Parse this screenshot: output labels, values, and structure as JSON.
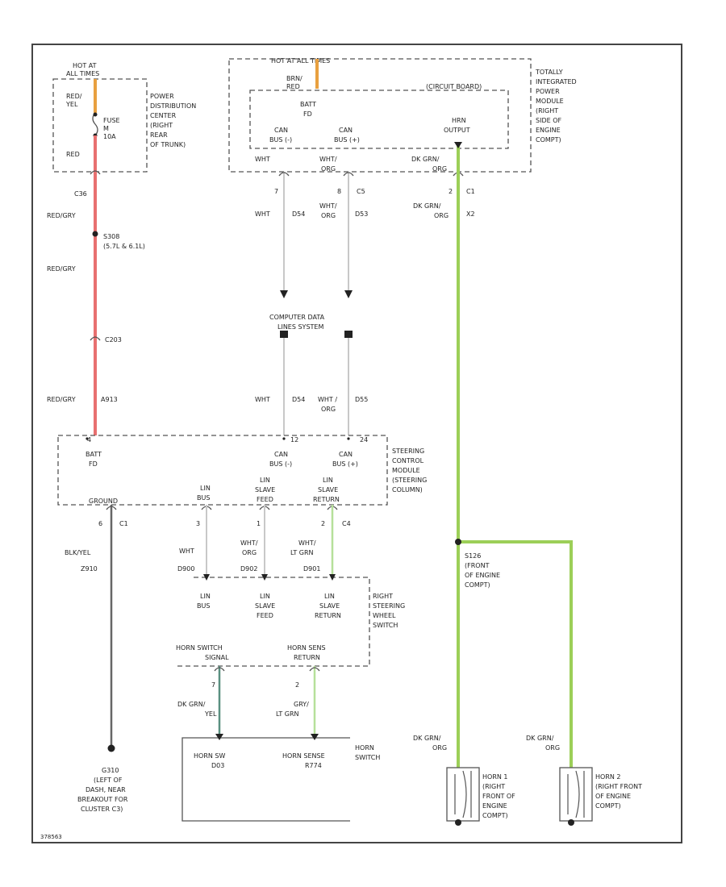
{
  "hot_at_all_times_1": [
    "HOT AT",
    "ALL TIMES"
  ],
  "pdc": {
    "wire_top": [
      "RED/",
      "YEL"
    ],
    "fuse": [
      "FUSE",
      "M",
      "10A"
    ],
    "wire_bottom": "RED",
    "label": [
      "POWER",
      "DISTRIBUTION",
      "CENTER",
      "(RIGHT",
      "REAR",
      "OF TRUNK)"
    ]
  },
  "hot_at_all_times_2": "HOT AT ALL TIMES",
  "tipm": {
    "wire_top": [
      "BRN/",
      "RED"
    ],
    "circuit_board": "(CIRCUIT BOARD)",
    "batt_fd": [
      "BATT",
      "FD"
    ],
    "can_bus_minus": [
      "CAN",
      "BUS (-)"
    ],
    "can_bus_plus": [
      "CAN",
      "BUS (+)"
    ],
    "horn_output": [
      "HRN",
      "OUTPUT"
    ],
    "label": [
      "TOTALLY",
      "INTEGRATED",
      "POWER",
      "MODULE",
      "(RIGHT",
      "SIDE OF",
      "ENGINE",
      "COMPT)"
    ],
    "pin_wht": "WHT",
    "pin_whtorg": [
      "WHT/",
      "ORG"
    ],
    "pin_dkgrnorg": [
      "DK GRN/",
      "ORG"
    ]
  },
  "c5_pins": {
    "pin7": "7",
    "pin8": "8",
    "connector": "C5"
  },
  "c1_pin": {
    "pin": "2",
    "connector": "C1"
  },
  "left_chain": {
    "c36": "C36",
    "redgry_1": "RED/GRY",
    "s308": [
      "S308",
      "(5.7L & 6.1L)"
    ],
    "redgry_2": "RED/GRY",
    "c203": "C203",
    "redgry_3": "RED/GRY",
    "code_a913": "A913"
  },
  "tipm_wires": {
    "wht": "WHT",
    "d54": "D54",
    "whtorg": [
      "WHT/",
      "ORG"
    ],
    "d53": "D53",
    "dkgrnorg": [
      "DK GRN/",
      "ORG"
    ],
    "x2": "X2"
  },
  "cds": {
    "label": [
      "COMPUTER DATA",
      "LINES SYSTEM"
    ],
    "wht": "WHT",
    "d54": "D54",
    "whtorg": [
      "WHT /",
      "ORG"
    ],
    "d55": "D55"
  },
  "sccm": {
    "pin_top_left": "4",
    "pin_top_mid": "12",
    "pin_top_right": "24",
    "batt_fd": [
      "BATT",
      "FD"
    ],
    "can_bus_minus": [
      "CAN",
      "BUS (-)"
    ],
    "can_bus_plus": [
      "CAN",
      "BUS (+)"
    ],
    "label": [
      "STEERING",
      "CONTROL",
      "MODULE",
      "(STEERING",
      "COLUMN)"
    ],
    "ground": "GROUND",
    "lin_bus": [
      "LIN",
      "BUS"
    ],
    "lin_slave_feed": [
      "LIN",
      "SLAVE",
      "FEED"
    ],
    "lin_slave_return": [
      "LIN",
      "SLAVE",
      "RETURN"
    ]
  },
  "sccm_pins": {
    "gnd_pin": "6",
    "gnd_conn": "C1",
    "lin_bus_pin": "3",
    "feed_pin": "1",
    "return_pin": "2",
    "return_conn": "C4"
  },
  "sccm_wires": {
    "blkyel": "BLK/YEL",
    "z910": "Z910",
    "wht": "WHT",
    "whtorg": [
      "WHT/",
      "ORG"
    ],
    "whtltgrn": [
      "WHT/",
      "LT GRN"
    ],
    "d900": "D900",
    "d902": "D902",
    "d901": "D901"
  },
  "rsws": {
    "lin_bus": [
      "LIN",
      "BUS"
    ],
    "lin_slave_feed": [
      "LIN",
      "SLAVE",
      "FEED"
    ],
    "lin_slave_return": [
      "LIN",
      "SLAVE",
      "RETURN"
    ],
    "label": [
      "RIGHT",
      "STEERING",
      "WHEEL",
      "SWITCH"
    ],
    "horn_switch_signal": [
      "HORN SWITCH",
      "SIGNAL"
    ],
    "horn_sense_return": [
      "HORN SENS",
      "RETURN"
    ],
    "pin_7": "7",
    "pin_2": "2",
    "wire_dkgrn": [
      "DK GRN/",
      "YEL"
    ],
    "wire_grylt": [
      "GRY/",
      "LT GRN"
    ]
  },
  "horn_switch": {
    "horn_sw": [
      "HORN SW",
      "D03"
    ],
    "horn_sense": [
      "HORN SENSE",
      "R774"
    ],
    "label": [
      "HORN",
      "SWITCH"
    ]
  },
  "ground": {
    "label": [
      "G310",
      "(LEFT OF",
      "DASH, NEAR",
      "BREAKOUT FOR",
      "CLUSTER C3)"
    ]
  },
  "splice": {
    "label": [
      "S126",
      "(FRONT",
      "OF ENGINE",
      "COMPT)"
    ]
  },
  "horn1": {
    "wire": [
      "DK GRN/",
      "ORG"
    ],
    "label": [
      "HORN 1",
      "(RIGHT",
      "FRONT OF",
      "ENGINE",
      "COMPT)"
    ]
  },
  "horn2": {
    "wire": [
      "DK GRN/",
      "ORG"
    ],
    "label": [
      "HORN 2",
      "(RIGHT FRONT",
      "OF ENGINE",
      "COMPT)"
    ]
  },
  "footer_code": "378563"
}
